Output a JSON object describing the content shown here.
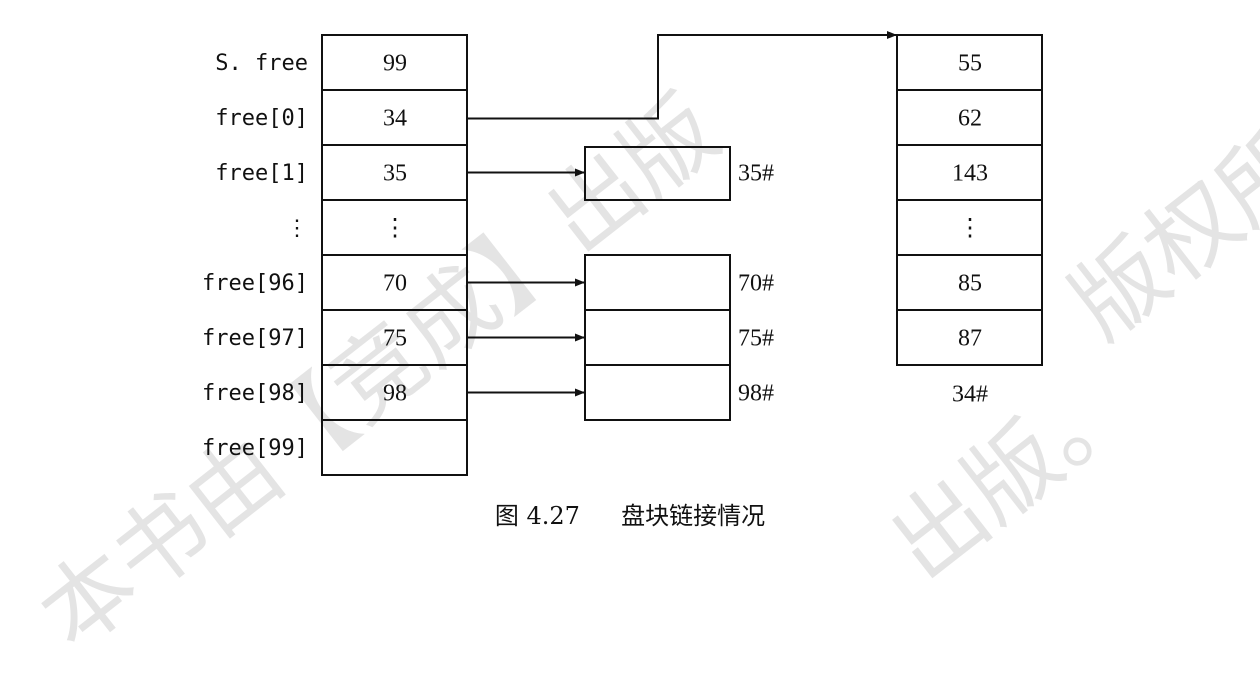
{
  "watermark": {
    "text_a": "本书由【竞成】出版",
    "text_b": "版权所",
    "text_c": "出版。"
  },
  "colors": {
    "line": "#111111",
    "text": "#111111",
    "watermark": "#cdcdcd"
  },
  "left_table": {
    "labels": [
      "S. free",
      "free[0]",
      "free[1]",
      "⋮",
      "free[96]",
      "free[97]",
      "free[98]",
      "free[99]"
    ],
    "values": [
      "99",
      "34",
      "35",
      "⋮",
      "70",
      "75",
      "98",
      ""
    ]
  },
  "middle_blocks": [
    {
      "from_row": 2,
      "label": "35#"
    },
    {
      "from_row": 4,
      "label": "70#"
    },
    {
      "from_row": 5,
      "label": "75#"
    },
    {
      "from_row": 6,
      "label": "98#"
    }
  ],
  "right_block": {
    "values": [
      "55",
      "62",
      "143",
      "⋮",
      "85",
      "87"
    ],
    "label": "34#"
  },
  "caption": {
    "figure_no": "图 4.27",
    "title": "盘块链接情况"
  }
}
